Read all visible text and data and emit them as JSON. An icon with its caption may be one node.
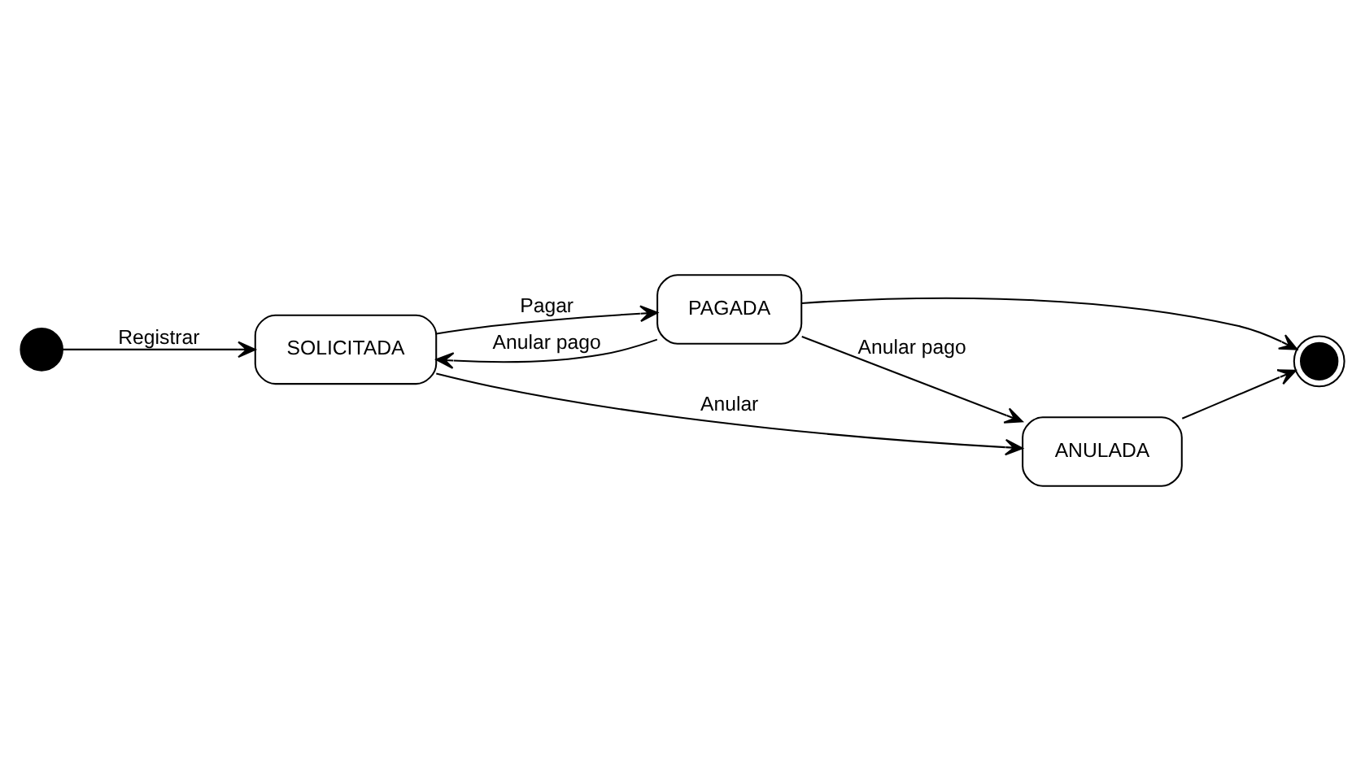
{
  "diagram": {
    "nodes": [
      {
        "text": [],
        "shape": "circle"
      },
      {
        "text": [
          "SOLICITADA"
        ]
      },
      {
        "text": [
          "PAGADA"
        ]
      },
      {
        "text": [
          "ANULADA"
        ]
      },
      {
        "text": [],
        "shape": "bullseye"
      }
    ],
    "edges": [
      {
        "from": 0,
        "to": 1,
        "arrow": "to",
        "label": "Registrar"
      },
      {
        "from": 2,
        "to": 1,
        "arrow": "to",
        "label": "Anular pago"
      },
      {
        "from": 1,
        "to": 2,
        "arrow": "to",
        "label": "Pagar"
      },
      {
        "from": 2,
        "to": 4,
        "arrow": "to"
      },
      {
        "from": 1,
        "to": 3,
        "arrow": "to",
        "label": "Anular"
      },
      {
        "from": 2,
        "to": 3,
        "arrow": "to",
        "label": "Anular pago"
      },
      {
        "from": 3,
        "to": 4,
        "arrow": "to"
      }
    ]
  }
}
